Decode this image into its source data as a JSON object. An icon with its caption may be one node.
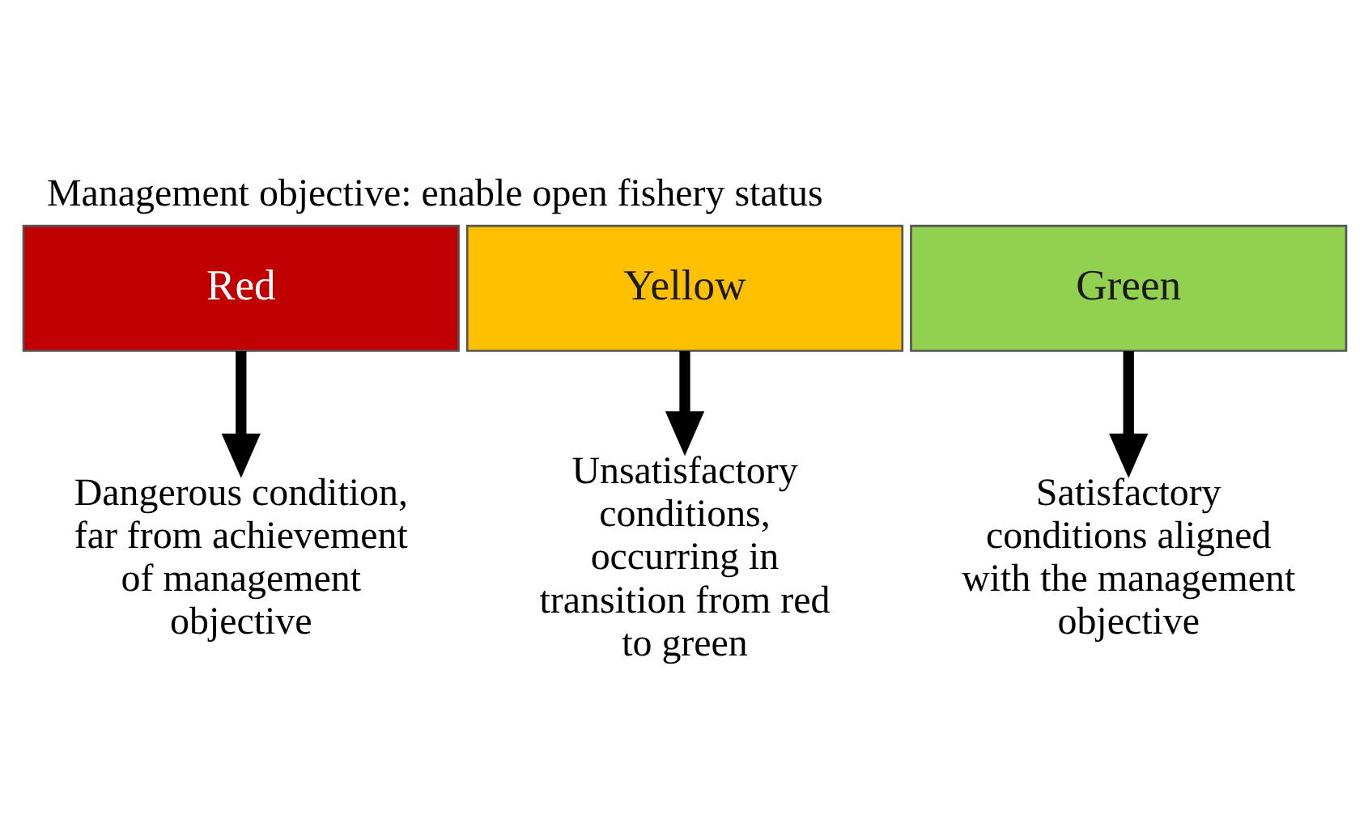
{
  "diagram": {
    "title": "Management objective: enable open fishery status",
    "nodes": [
      {
        "text": [
          "Red"
        ]
      },
      {
        "text": [
          "Yellow"
        ]
      },
      {
        "text": [
          "Green"
        ]
      },
      {
        "text": [
          "Dangerous condition, far from achievement of management objective"
        ]
      },
      {
        "text": [
          "Unsatisfactory conditions, occurring in transition from red to green"
        ]
      },
      {
        "text": [
          "Satisfactory conditions aligned with the management objective"
        ]
      }
    ],
    "edges": [
      {
        "from": 0,
        "to": 3,
        "arrow": "to"
      },
      {
        "from": 1,
        "to": 4,
        "arrow": "to"
      },
      {
        "from": 2,
        "to": 5,
        "arrow": "to"
      }
    ]
  }
}
